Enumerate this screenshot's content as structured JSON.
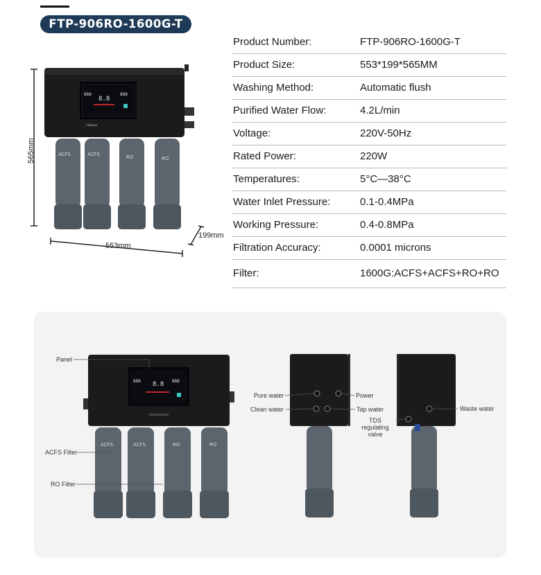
{
  "header": {
    "model": "FTP-906RO-1600G-T"
  },
  "specs": [
    {
      "label": "Product Number:",
      "value": "FTP-906RO-1600G-T"
    },
    {
      "label": "Product Size:",
      "value": "553*199*565MM"
    },
    {
      "label": "Washing Method:",
      "value": "Automatic flush"
    },
    {
      "label": "Purified Water Flow:",
      "value": "4.2L/min"
    },
    {
      "label": "Voltage:",
      "value": "220V-50Hz"
    },
    {
      "label": "Rated Power:",
      "value": "220W"
    },
    {
      "label": "Temperatures:",
      "value": "5°C—38°C"
    },
    {
      "label": "Water Inlet Pressure:",
      "value": "0.1-0.4MPa"
    },
    {
      "label": "Working Pressure:",
      "value": "0.4-0.8MPa"
    },
    {
      "label": "Filtration Accuracy:",
      "value": "0.0001 microns"
    },
    {
      "label": "Filter:",
      "value": "1600G:ACFS+ACFS+RO+RO"
    }
  ],
  "dimensions": {
    "height": "565mm",
    "width": "553mm",
    "depth": "199mm"
  },
  "front_unit": {
    "brand": "Filterpur",
    "filters": [
      "ACFS",
      "ACFS",
      "RO",
      "RO"
    ]
  },
  "callouts": {
    "panel": "Panel",
    "acfs_filter": "ACFS Filter",
    "ro_filter": "RO Filter",
    "pure_water": "Pure water",
    "clean_water": "Clean water",
    "power": "Power",
    "tap_water": "Tap water",
    "tds_valve": "TDS\nregulating\nvalve",
    "waste_water": "Waste water"
  },
  "colors": {
    "badge": "#1e3a56",
    "housing": "#1b1b1b",
    "filter": "#5c646d",
    "card": "#f3f3f3"
  }
}
